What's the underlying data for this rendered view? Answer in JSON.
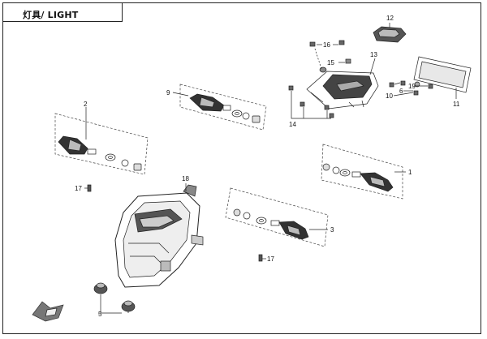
{
  "title": "灯具/ LIGHT",
  "callouts": {
    "p1": "1",
    "p2": "2",
    "p3": "3",
    "p5": "5",
    "p6": "6",
    "p9": "9",
    "p10": "10",
    "p11": "11",
    "p12": "12",
    "p13": "13",
    "p14": "14",
    "p15": "15",
    "p16": "16",
    "p17a": "17",
    "p17b": "17",
    "p18": "18",
    "p19": "19"
  },
  "icons": {
    "front_direction": "fwd-arrow-icon"
  }
}
